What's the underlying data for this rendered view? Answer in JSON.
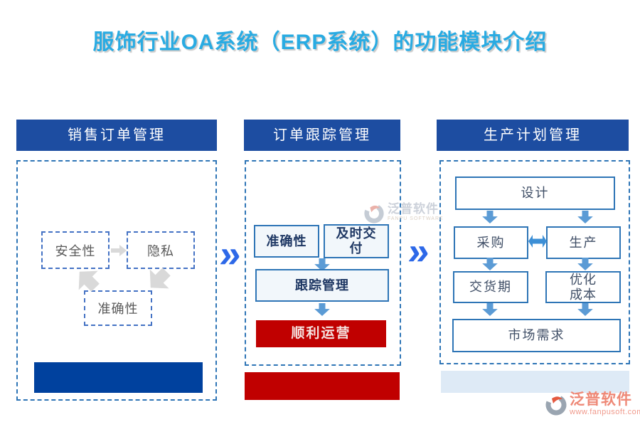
{
  "title": "服饰行业OA系统（ERP系统）的功能模块介绍",
  "separator_glyph": "»",
  "columns": [
    {
      "header": "销售订单管理",
      "boxes": {
        "safety": "安全性",
        "privacy": "隐私",
        "accuracy": "准确性"
      }
    },
    {
      "header": "订单跟踪管理",
      "boxes": {
        "accuracy": "准确性",
        "timely": "及时交付",
        "tracking": "跟踪管理",
        "outcome": "顺利运营"
      }
    },
    {
      "header": "生产计划管理",
      "boxes": {
        "design": "设计",
        "procurement": "采购",
        "production": "生产",
        "delivery": "交货期",
        "cost": "优化成本",
        "market": "市场需求"
      }
    }
  ],
  "watermark": {
    "brand": "泛普软件",
    "caption": "FANPU SOFTWARE",
    "url": "www.fanpusoft.com"
  },
  "colors": {
    "title_blue": "#29ABE2",
    "header_bg": "#1D4DA1",
    "dash_blue": "#2E75B6",
    "inner_dash_blue": "#4472C4",
    "arrow_gray": "#D9D9D9",
    "arrow_blue": "#5B9BD5",
    "accent_red": "#C00000",
    "bar_blue": "#00419E",
    "bar_lightblue": "#DEEAF6",
    "chevron_blue": "#2D68E8",
    "watermark_coral": "#EE8876"
  }
}
